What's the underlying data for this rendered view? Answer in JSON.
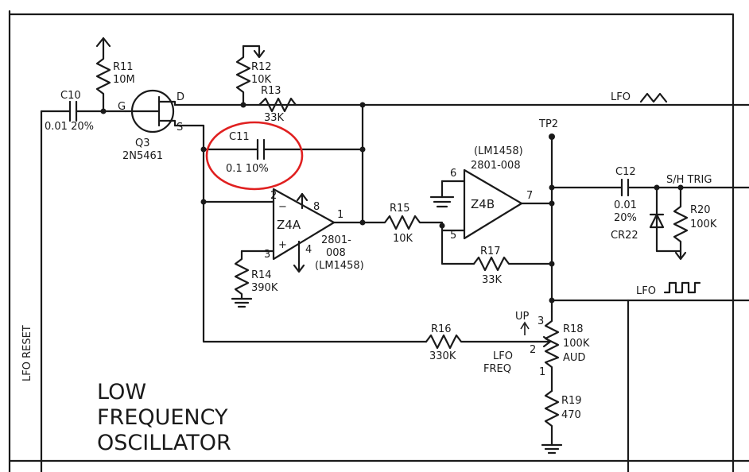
{
  "title_lines": [
    "LOW",
    "FREQUENCY",
    "OSCILLATOR"
  ],
  "labels": {
    "lfo_reset": "LFO RESET",
    "c10_name": "C10",
    "c10_value": "0.01 20%",
    "r11_name": "R11",
    "r11_value": "10M",
    "q3_g": "G",
    "q3_d": "D",
    "q3_s": "S",
    "q3_name": "Q3",
    "q3_part": "2N5461",
    "r12_name": "R12",
    "r12_value": "10K",
    "r13_name": "R13",
    "r13_value": "33K",
    "lfo_tri": "LFO",
    "c11_name": "C11",
    "c11_value": "0.1  10%",
    "z4a_name": "Z4A",
    "z4a_pin2": "2",
    "z4a_pin3": "3",
    "z4a_pin8": "8",
    "z4a_pin4": "4",
    "z4a_pin1": "1",
    "z4a_minus": "−",
    "z4a_plus": "+",
    "z4a_part1": "2801-",
    "z4a_part2": "008",
    "z4a_part3": "(LM1458)",
    "r14_name": "R14",
    "r14_value": "390K",
    "r15_name": "R15",
    "r15_value": "10K",
    "z4b_name": "Z4B",
    "z4b_part1": "(LM1458)",
    "z4b_part2": "2801-008",
    "z4b_pin6": "6",
    "z4b_pin5": "5",
    "z4b_pin7": "7",
    "r17_name": "R17",
    "r17_value": "33K",
    "tp2": "TP2",
    "c12_name": "C12",
    "c12_value1": "0.01",
    "c12_value2": "20%",
    "cr22": "CR22",
    "sh_trig": "S/H TRIG",
    "r20_name": "R20",
    "r20_value": "100K",
    "lfo_square": "LFO",
    "r16_name": "R16",
    "r16_value": "330K",
    "up": "UP",
    "lfo_freq1": "LFO",
    "lfo_freq2": "FREQ",
    "r18_pin3": "3",
    "r18_pin2": "2",
    "r18_pin1": "1",
    "r18_name": "R18",
    "r18_value": "100K",
    "r18_taper": "AUD",
    "r19_name": "R19",
    "r19_value": "470"
  },
  "highlight": {
    "color": "#e02020",
    "target": "C11"
  },
  "ink_color": "#1a1a1a"
}
